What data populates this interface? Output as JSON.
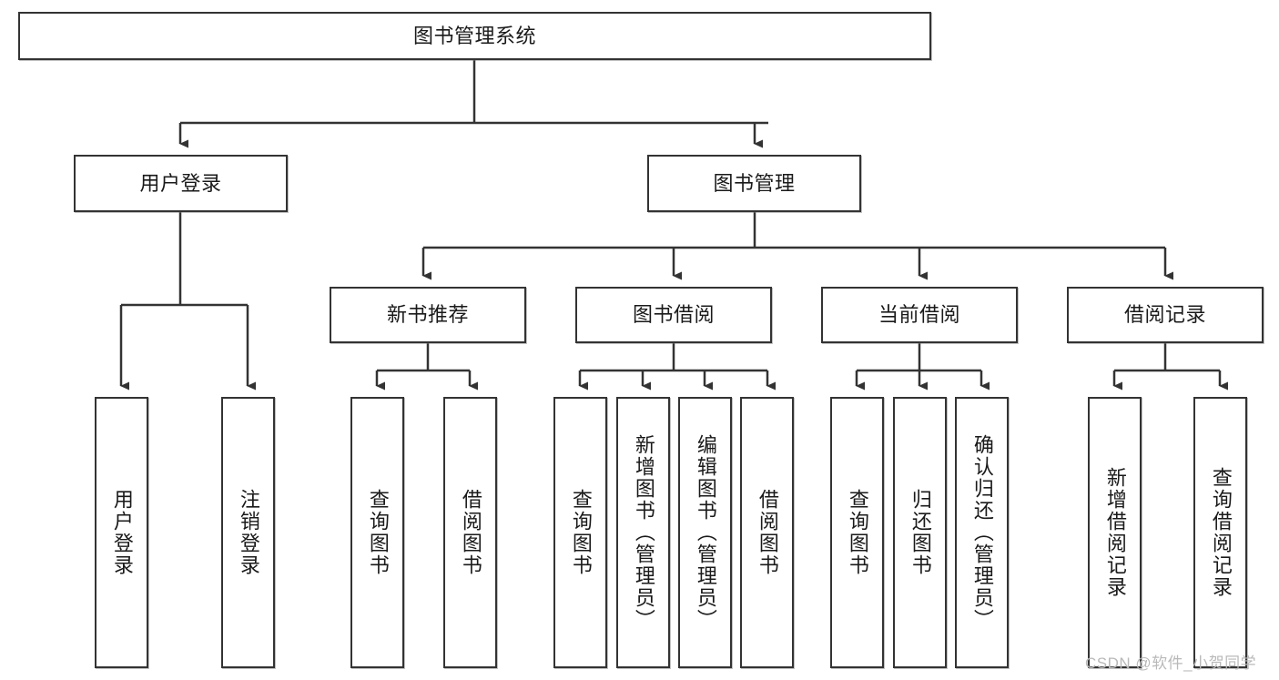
{
  "diagram": {
    "title": "图书管理系统",
    "type": "tree-hierarchy",
    "watermark": "CSDN @软件_小贺同学",
    "colors": {
      "node_border": "#333333",
      "node_fill": "#ffffff",
      "edge": "#333333",
      "text": "#1a1a1a",
      "watermark": "#b9b9b9",
      "background": "#ffffff"
    },
    "nodes": {
      "root": {
        "label": "图书管理系统"
      },
      "level2": [
        {
          "id": "user-login",
          "label": "用户登录"
        },
        {
          "id": "book-manage",
          "label": "图书管理"
        }
      ],
      "level3": [
        {
          "id": "new-book-recommend",
          "label": "新书推荐"
        },
        {
          "id": "book-borrow",
          "label": "图书借阅"
        },
        {
          "id": "current-borrow",
          "label": "当前借阅"
        },
        {
          "id": "borrow-record",
          "label": "借阅记录"
        }
      ],
      "leaves": [
        {
          "id": "leaf-user-login",
          "label": "用户登录",
          "parent": "user-login"
        },
        {
          "id": "leaf-user-logout",
          "label": "注销登录",
          "parent": "user-login"
        },
        {
          "id": "leaf-query-book-1",
          "label": "查询图书",
          "parent": "new-book-recommend"
        },
        {
          "id": "leaf-borrow-book-1",
          "label": "借阅图书",
          "parent": "new-book-recommend"
        },
        {
          "id": "leaf-query-book-2",
          "label": "查询图书",
          "parent": "book-borrow"
        },
        {
          "id": "leaf-add-book",
          "label": "新增图书（管理员）",
          "parent": "book-borrow"
        },
        {
          "id": "leaf-edit-book",
          "label": "编辑图书（管理员）",
          "parent": "book-borrow"
        },
        {
          "id": "leaf-borrow-book-2",
          "label": "借阅图书",
          "parent": "book-borrow"
        },
        {
          "id": "leaf-query-book-3",
          "label": "查询图书",
          "parent": "current-borrow"
        },
        {
          "id": "leaf-return-book",
          "label": "归还图书",
          "parent": "current-borrow"
        },
        {
          "id": "leaf-confirm-return",
          "label": "确认归还（管理员）",
          "parent": "current-borrow"
        },
        {
          "id": "leaf-add-record",
          "label": "新增借阅记录",
          "parent": "borrow-record"
        },
        {
          "id": "leaf-query-record",
          "label": "查询借阅记录",
          "parent": "borrow-record"
        }
      ]
    }
  }
}
